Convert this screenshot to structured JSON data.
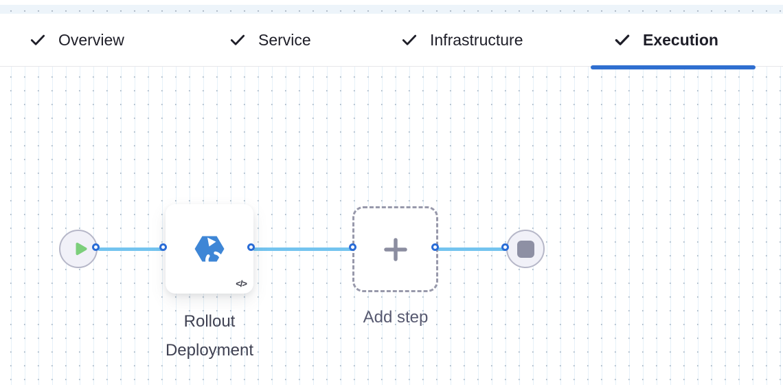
{
  "tabs": {
    "items": [
      {
        "label": "Overview",
        "state": "completed",
        "active": false
      },
      {
        "label": "Service",
        "state": "completed",
        "active": false
      },
      {
        "label": "Infrastructure",
        "state": "completed",
        "active": false
      },
      {
        "label": "Execution",
        "state": "completed",
        "active": true
      }
    ]
  },
  "canvas": {
    "start_node": {
      "icon": "play-icon"
    },
    "step": {
      "name_line1": "Rollout",
      "name_line2": "Deployment",
      "icon": "rollout-deployment-icon",
      "code_badge": "</>"
    },
    "add_step": {
      "label": "Add step",
      "icon": "plus-icon"
    },
    "end_node": {
      "icon": "stop-icon"
    }
  },
  "colors": {
    "tab_underline": "#2f6fd0",
    "edge_line": "#74c4ef",
    "edge_point_border": "#2a6cd6",
    "step_icon_blue": "#3e86d6",
    "play_green": "#7ccf7b",
    "stop_gray": "#8e90a4"
  }
}
